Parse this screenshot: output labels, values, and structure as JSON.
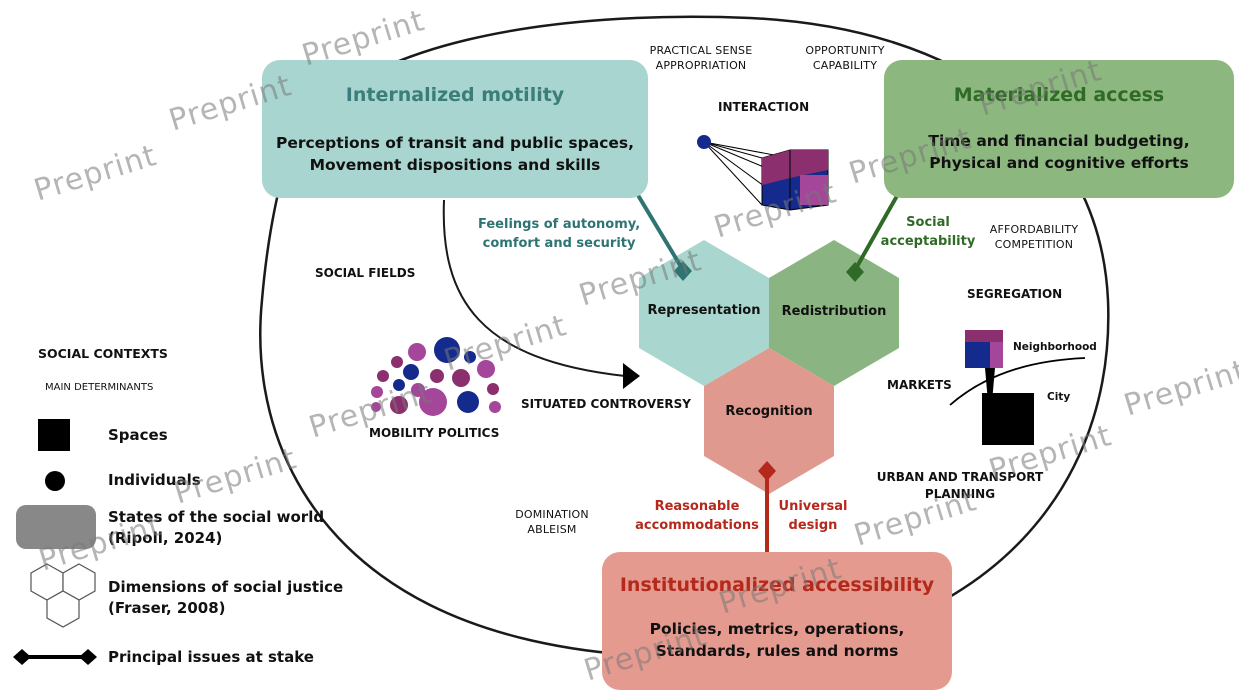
{
  "boxes": {
    "internalized": {
      "title": "Internalized motility",
      "line1": "Perceptions of transit and public spaces,",
      "line2": "Movement dispositions and skills"
    },
    "materialized": {
      "title": "Materialized access",
      "line1": "Time and financial budgeting,",
      "line2": "Physical and cognitive efforts"
    },
    "institutionalized": {
      "title": "Institutionalized accessibility",
      "line1": "Policies, metrics, operations,",
      "line2": "Standards, rules and norms"
    }
  },
  "hexagons": {
    "representation": "Representation",
    "redistribution": "Redistribution",
    "recognition": "Recognition"
  },
  "connectors": {
    "feelings_l1": "Feelings of autonomy,",
    "feelings_l2": "comfort and security",
    "social_l1": "Social",
    "social_l2": "acceptability",
    "reasonable_l1": "Reasonable",
    "reasonable_l2": "accommodations",
    "universal_l1": "Universal",
    "universal_l2": "design"
  },
  "labels": {
    "practical_l1": "PRACTICAL SENSE",
    "practical_l2": "APPROPRIATION",
    "opportunity_l1": "OPPORTUNITY",
    "opportunity_l2": "CAPABILITY",
    "interaction": "INTERACTION",
    "affordability_l1": "AFFORDABILITY",
    "affordability_l2": "COMPETITION",
    "segregation": "SEGREGATION",
    "neighborhood": "Neighborhood",
    "city": "City",
    "markets": "MARKETS",
    "urban_l1": "URBAN AND TRANSPORT",
    "urban_l2": "PLANNING",
    "social_fields": "SOCIAL FIELDS",
    "situated": "SITUATED CONTROVERSY",
    "mobility_politics": "MOBILITY POLITICS",
    "domination_l1": "DOMINATION",
    "domination_l2": "ABLEISM"
  },
  "legend": {
    "title": "SOCIAL CONTEXTS",
    "subtitle": "MAIN DETERMINANTS",
    "spaces": "Spaces",
    "individuals": "Individuals",
    "states_l1": "States of the social world",
    "states_l2": "(Ripoll, 2024)",
    "dimensions_l1": "Dimensions of social justice",
    "dimensions_l2": "(Fraser, 2008)",
    "issues": "Principal issues at stake"
  },
  "watermark": "Preprint",
  "colors": {
    "teal_box": "#a8d5cf",
    "teal_title": "#3a7d7a",
    "green_box": "#8cb77e",
    "green_title": "#2f6a26",
    "red_box": "#e49a8f",
    "red_title": "#b5281c",
    "hex_teal": "#a9d7cf",
    "hex_green": "#8ab583",
    "hex_red": "#df998e",
    "purple": "#8b2f6e",
    "magenta": "#a4469a",
    "navy": "#142a8c"
  }
}
